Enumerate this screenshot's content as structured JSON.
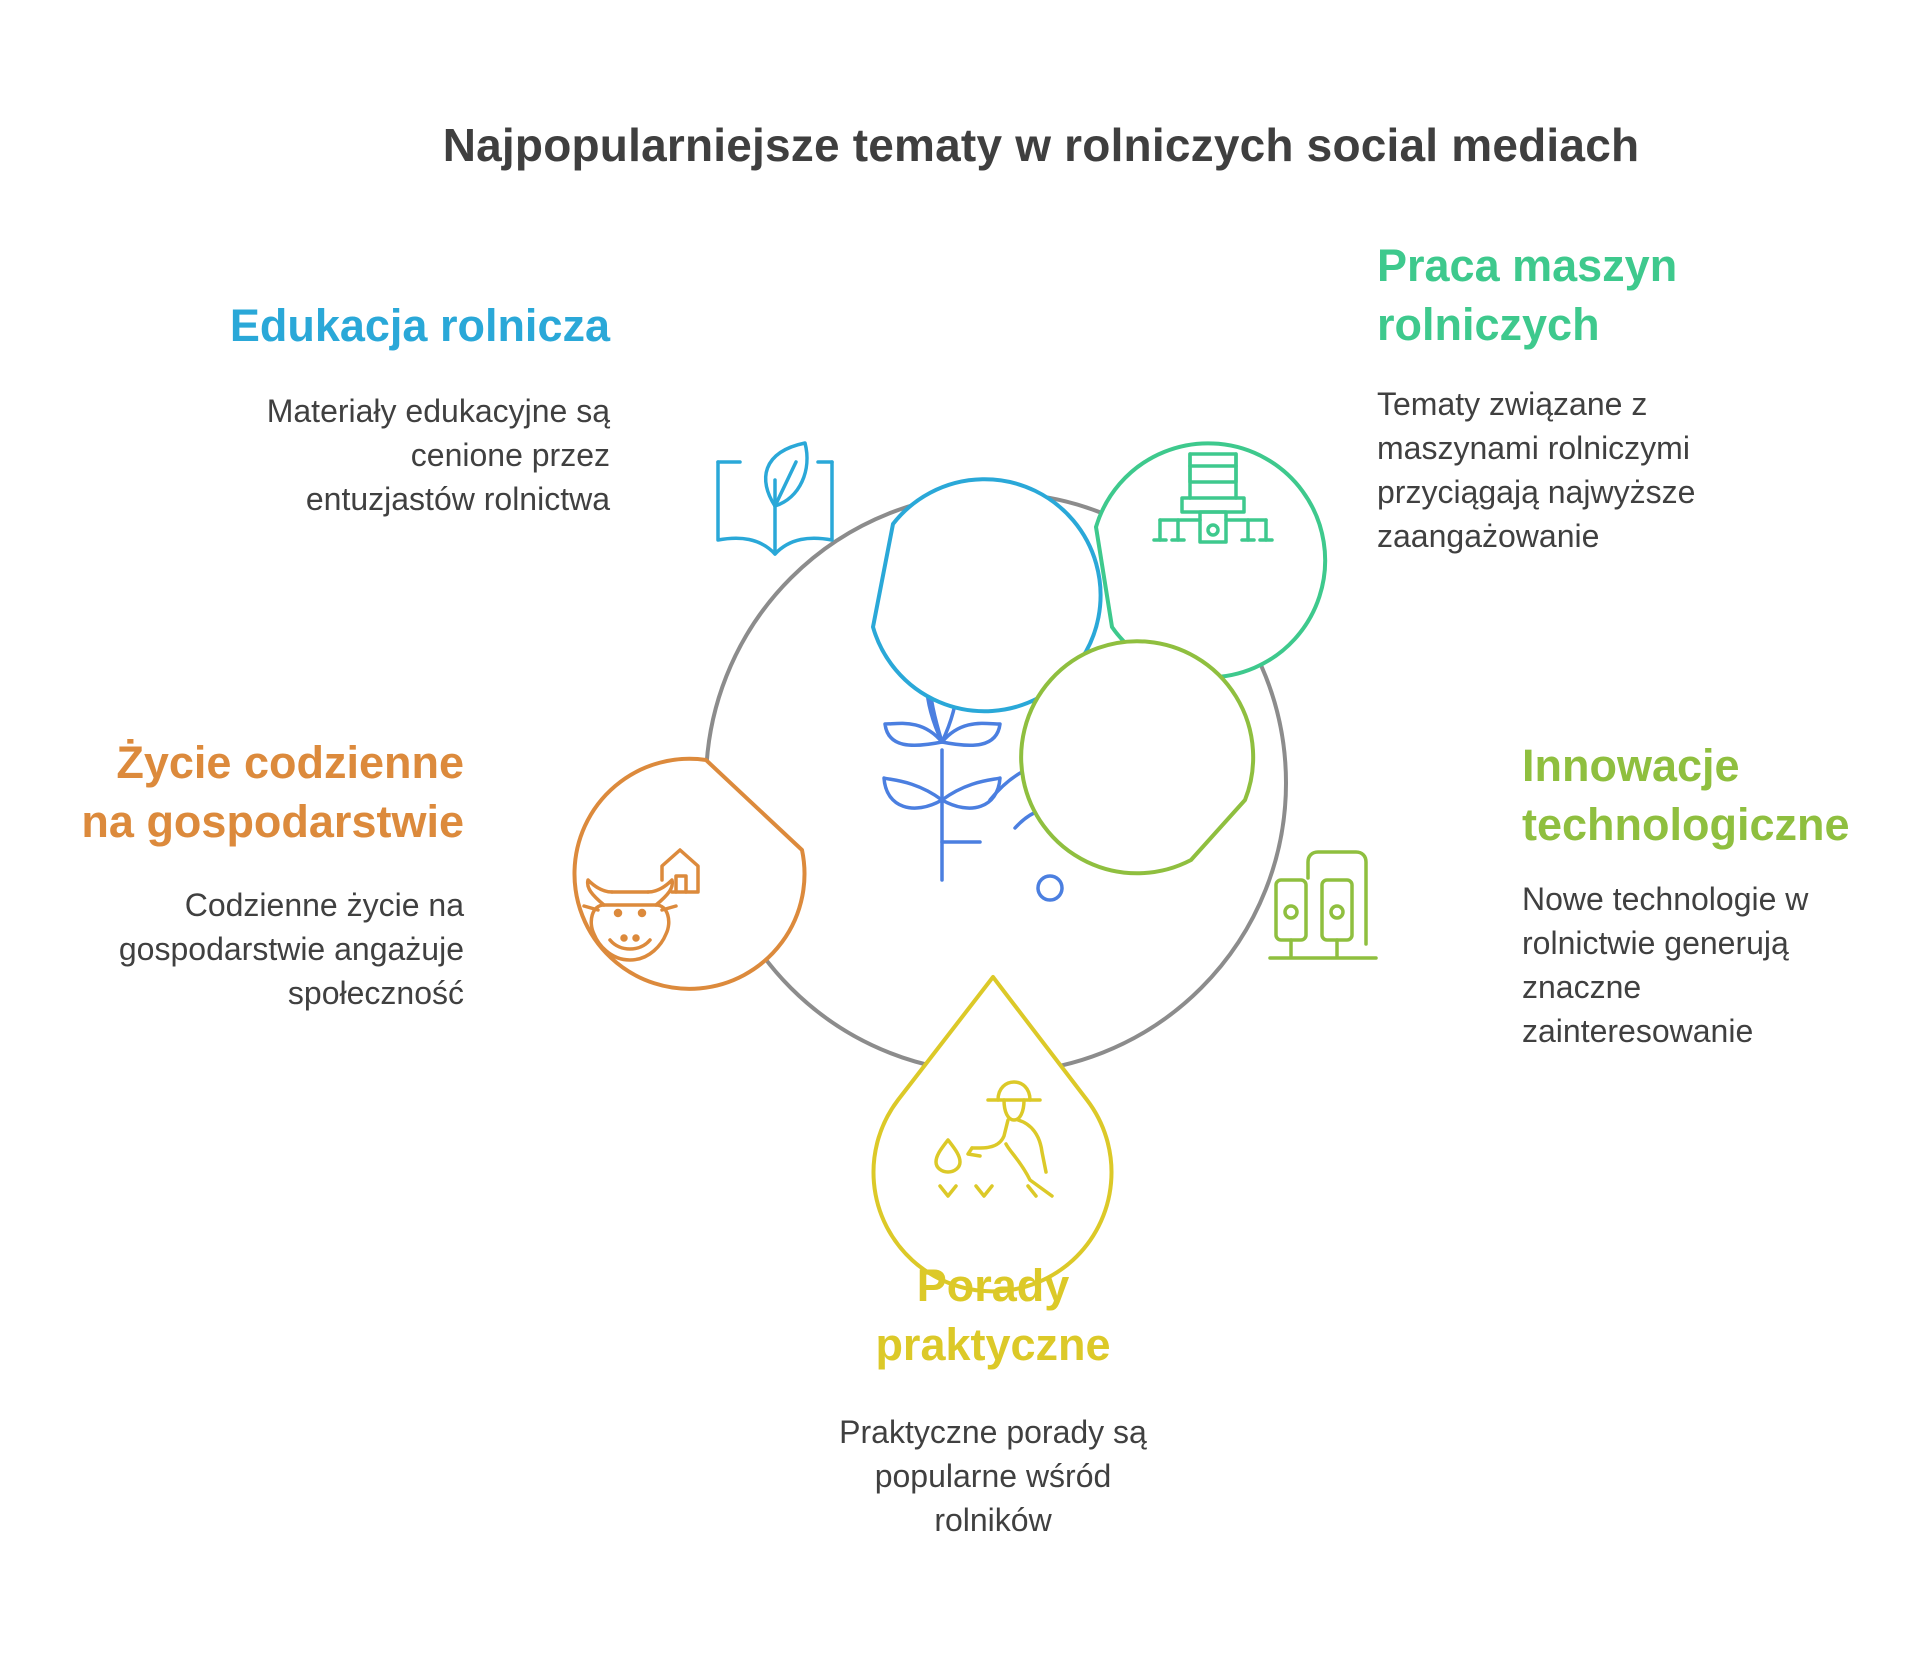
{
  "title": "Najpopularniejsze tematy w rolniczych social mediach",
  "colors": {
    "ring": "#8c8c8c",
    "center_icon": "#4b7fe0",
    "education": "#2aa8d8",
    "machines": "#3ec98d",
    "daily_life": "#dc8a3c",
    "innovation": "#8fbf3f",
    "tips": "#dcc928",
    "text": "#404040"
  },
  "center": {
    "icon": "plant-wifi-icon"
  },
  "topics": {
    "education": {
      "heading": [
        "Edukacja rolnicza"
      ],
      "description": [
        "Materiały edukacyjne są",
        "cenione przez",
        "entuzjastów rolnictwa"
      ],
      "icon": "book-leaf-icon"
    },
    "machines": {
      "heading": [
        "Praca maszyn",
        "rolniczych"
      ],
      "description": [
        "Tematy związane z",
        "maszynami rolniczymi",
        "przyciągają najwyższe",
        "zaangażowanie"
      ],
      "icon": "tractor-sprayer-icon"
    },
    "daily_life": {
      "heading": [
        "Życie codzienne",
        "na gospodarstwie"
      ],
      "description": [
        "Codzienne życie na",
        "gospodarstwie angażuje",
        "społeczność"
      ],
      "icon": "cow-barn-icon"
    },
    "innovation": {
      "heading": [
        "Innowacje",
        "technologiczne"
      ],
      "description": [
        "Nowe technologie w",
        "rolnictwie generują",
        "znaczne",
        "zainteresowanie"
      ],
      "icon": "smart-devices-icon"
    },
    "tips": {
      "heading": [
        "Porady",
        "praktyczne"
      ],
      "description": [
        "Praktyczne porady są",
        "popularne wśród",
        "rolników"
      ],
      "icon": "farmer-planting-icon"
    }
  }
}
